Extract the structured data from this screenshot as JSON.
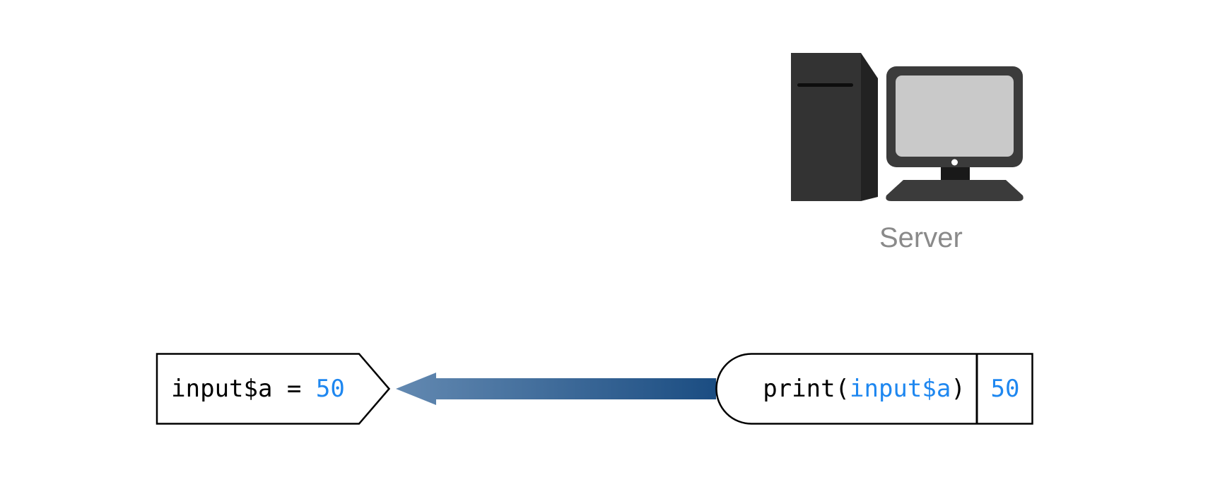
{
  "server": {
    "label": "Server"
  },
  "input_token": {
    "code": "input$a = ",
    "value": "50"
  },
  "arrow": {
    "gradient_start": "#6389b1",
    "gradient_end": "#1b4d82"
  },
  "print_box": {
    "prefix": "print(",
    "argument": "input$a",
    "suffix": ")",
    "output": "50"
  },
  "colors": {
    "code_blue": "#1e87f0",
    "label_gray": "#8a8a8a",
    "outline_black": "#000000",
    "tower_front": "#333333",
    "tower_side": "#222222",
    "monitor_frame": "#3b3b3b",
    "monitor_screen": "#c9c9c9"
  }
}
